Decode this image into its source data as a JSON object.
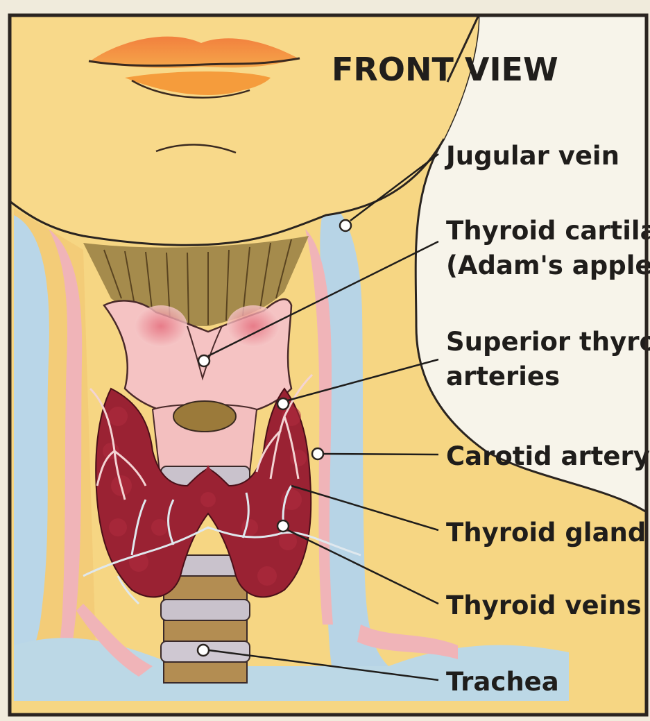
{
  "title": "FRONT VIEW",
  "labels": {
    "jugular_vein": "Jugular vein",
    "thyroid_cartilage_line1": "Thyroid cartilage",
    "thyroid_cartilage_line2": "(Adam's apple)",
    "superior_thyroid_line1": "Superior thyroid",
    "superior_thyroid_line2": "arteries",
    "carotid_artery": "Carotid artery",
    "thyroid_gland": "Thyroid gland",
    "thyroid_veins": "Thyroid veins",
    "trachea": "Trachea"
  },
  "colors": {
    "skin": "#f6d27a",
    "vein": "#b7d4e6",
    "artery": "#f2b2b8",
    "gland": "#9c2233",
    "cartilage": "#f5c6c6",
    "muscle": "#a88a4d",
    "border": "#2a2420"
  }
}
